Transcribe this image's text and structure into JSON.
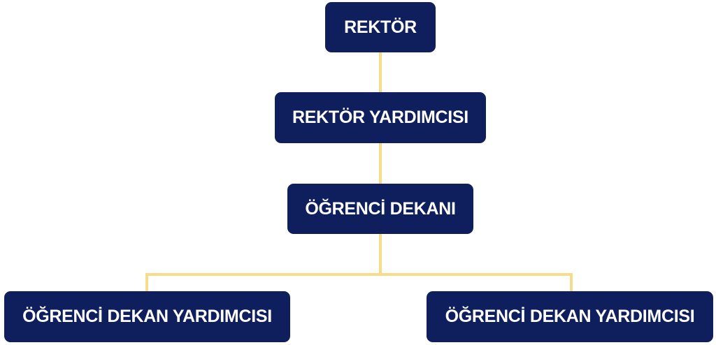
{
  "colors": {
    "box": "#0f1f5e",
    "connector": "#f8dc8c",
    "text": "#ffffff"
  },
  "nodes": {
    "rector": "REKTÖR",
    "vice_rector": "REKTÖR YARDIMCISI",
    "student_dean": "ÖĞRENCİ DEKANI",
    "assistant_dean_left": "ÖĞRENCİ DEKAN YARDIMCISI",
    "assistant_dean_right": "ÖĞRENCİ DEKAN YARDIMCISI"
  }
}
